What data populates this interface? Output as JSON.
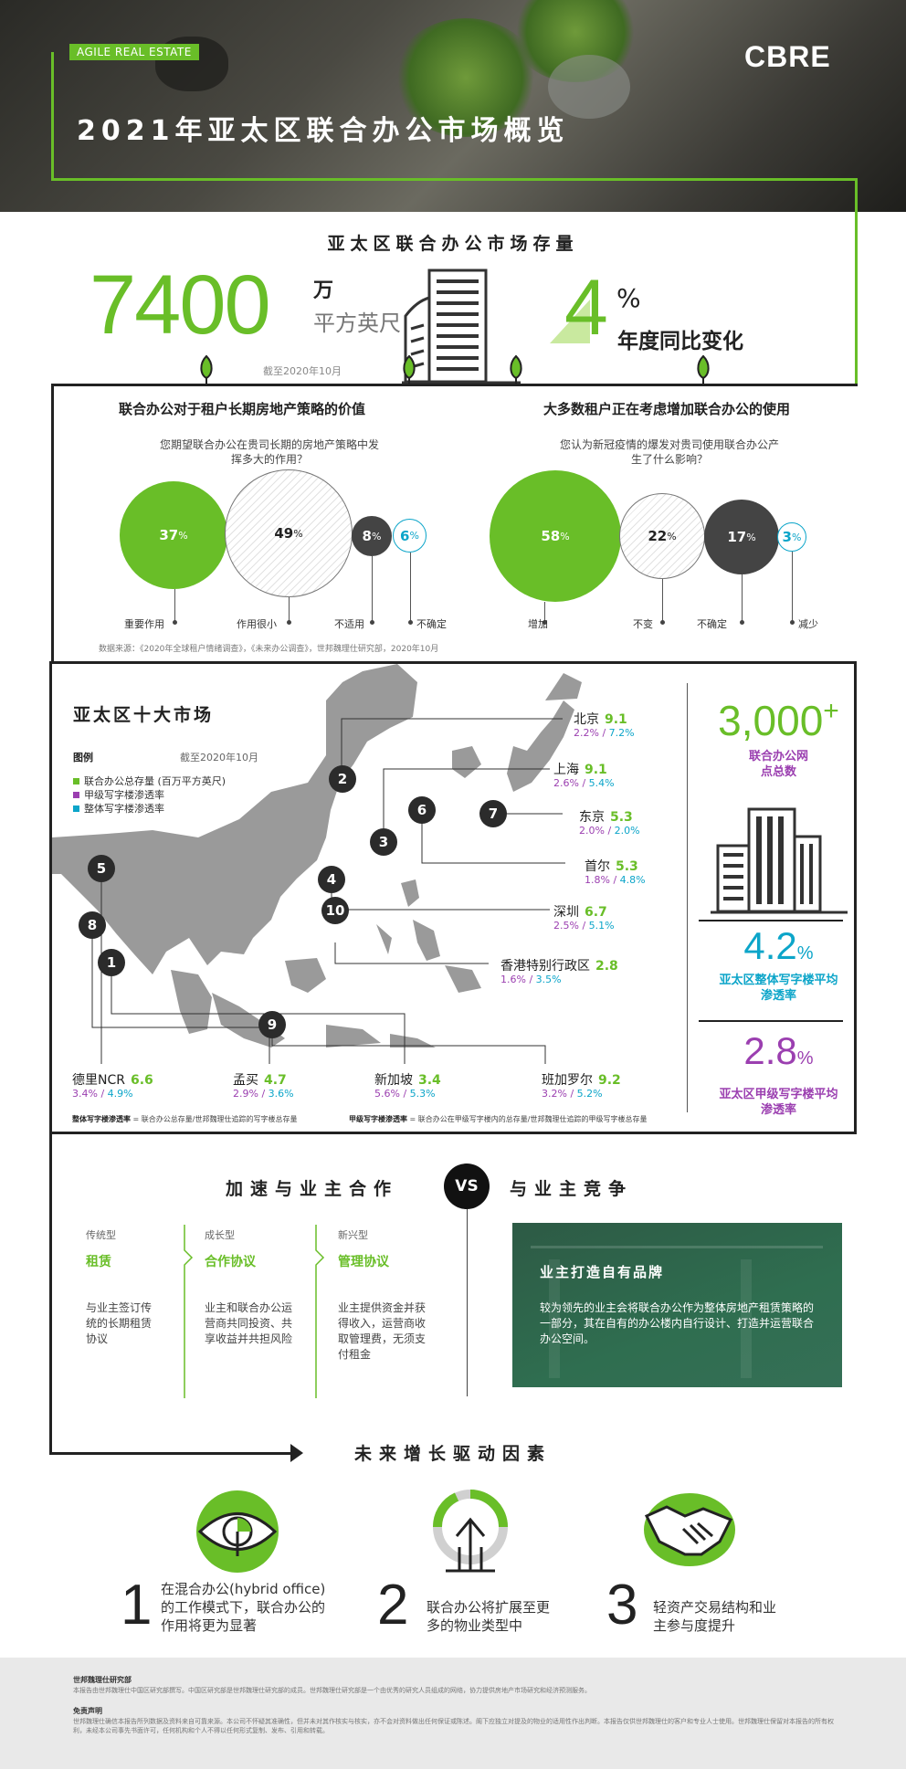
{
  "header": {
    "tag": "AGILE REAL ESTATE",
    "brand": "CBRE",
    "title": "2021年亚太区联合办公市场概览"
  },
  "stock": {
    "heading": "亚太区联合办公市场存量",
    "value": "7400",
    "unit_top": "万",
    "unit_bottom": "平方英尺",
    "as_of": "截至2020年10月",
    "change_value": "4",
    "change_unit": "%",
    "change_label": "年度同比变化"
  },
  "survey": {
    "left": {
      "title": "联合办公对于租户长期房地产策略的价值",
      "question": "您期望联合办公在贵司长期的房地产策略中发挥多大的作用？",
      "bubbles": [
        {
          "value": "37",
          "label": "重要作用"
        },
        {
          "value": "49",
          "label": "作用很小"
        },
        {
          "value": "8",
          "label": "不适用"
        },
        {
          "value": "6",
          "label": "不确定"
        }
      ]
    },
    "right": {
      "title": "大多数租户正在考虑增加联合办公的使用",
      "question": "您认为新冠疫情的爆发对贵司使用联合办公产生了什么影响？",
      "bubbles": [
        {
          "value": "58",
          "label": "增加"
        },
        {
          "value": "22",
          "label": "不变"
        },
        {
          "value": "17",
          "label": "不确定"
        },
        {
          "value": "3",
          "label": "减少"
        }
      ]
    },
    "pct_sign": "%",
    "source": "数据来源：《2020年全球租户情绪调查》，《未来办公调查》，世邦魏理仕研究部，2020年10月"
  },
  "markets": {
    "heading": "亚太区十大市场",
    "legend_title": "图例",
    "legend_asof": "截至2020年10月",
    "legend": [
      {
        "label": "联合办公总存量 (百万平方英尺)",
        "color": "#69be28"
      },
      {
        "label": "甲级写字楼渗透率",
        "color": "#9b3fb0"
      },
      {
        "label": "整体写字楼渗透率",
        "color": "#0ca5c9"
      }
    ],
    "cities": [
      {
        "num": "2",
        "name": "北京",
        "stock": "9.1",
        "grade_a": "2.2%",
        "overall": "7.2%"
      },
      {
        "num": "3",
        "name": "上海",
        "stock": "9.1",
        "grade_a": "2.6%",
        "overall": "5.4%"
      },
      {
        "num": "7",
        "name": "东京",
        "stock": "5.3",
        "grade_a": "2.0%",
        "overall": "2.0%"
      },
      {
        "num": "6",
        "name": "首尔",
        "stock": "5.3",
        "grade_a": "1.8%",
        "overall": "4.8%"
      },
      {
        "num": "4",
        "name": "深圳",
        "stock": "6.7",
        "grade_a": "2.5%",
        "overall": "5.1%"
      },
      {
        "num": "10",
        "name": "香港特别行政区",
        "stock": "2.8",
        "grade_a": "1.6%",
        "overall": "3.5%"
      },
      {
        "num": "5",
        "name": "德里NCR",
        "stock": "6.6",
        "grade_a": "3.4%",
        "overall": "4.9%"
      },
      {
        "num": "8",
        "name": "孟买",
        "stock": "4.7",
        "grade_a": "2.9%",
        "overall": "3.6%"
      },
      {
        "num": "9",
        "name": "新加坡",
        "stock": "3.4",
        "grade_a": "5.6%",
        "overall": "5.3%"
      },
      {
        "num": "1",
        "name": "班加罗尔",
        "stock": "9.2",
        "grade_a": "3.2%",
        "overall": "5.2%"
      }
    ],
    "sep": " / ",
    "note_left_key": "整体写字楼渗透率",
    "note_left": " = 联合办公总存量/世邦魏理仕追踪的写字楼总存量",
    "note_right_key": "甲级写字楼渗透率",
    "note_right": " = 联合办公在甲级写字楼内的总存量/世邦魏理仕追踪的甲级写字楼总存量",
    "side": {
      "count": "3,000",
      "count_plus": "+",
      "count_label": "联合办公网点总数",
      "overall_value": "4.2",
      "overall_unit": "%",
      "overall_label": "亚太区整体写字楼平均渗透率",
      "grade_a_value": "2.8",
      "grade_a_unit": "%",
      "grade_a_label": "亚太区甲级写字楼平均渗透率"
    }
  },
  "versus": {
    "left_heading": "加速与业主合作",
    "vs": "VS",
    "right_heading": "与业主竞争",
    "columns": [
      {
        "type": "传统型",
        "name": "租赁",
        "desc": "与业主签订传统的长期租赁协议"
      },
      {
        "type": "成长型",
        "name": "合作协议",
        "desc": "业主和联合办公运营商共同投资、共享收益并共担风险"
      },
      {
        "type": "新兴型",
        "name": "管理协议",
        "desc": "业主提供资金并获得收入，运营商收取管理费，无须支付租金"
      }
    ],
    "card_title": "业主打造自有品牌",
    "card_desc": "较为领先的业主会将联合办公作为整体房地产租赁策略的一部分，其在自有的办公楼内自行设计、打造并运营联合办公空间。"
  },
  "drivers": {
    "heading": "未来增长驱动因素",
    "items": [
      {
        "num": "1",
        "text": "在混合办公(hybrid office) 的工作模式下，联合办公的作用将更为显著"
      },
      {
        "num": "2",
        "text": "联合办公将扩展至更多的物业类型中"
      },
      {
        "num": "3",
        "text": "轻资产交易结构和业主参与度提升"
      }
    ]
  },
  "footer": {
    "research_title": "世邦魏理仕研究部",
    "research_text": "本报告由世邦魏理仕中国区研究部撰写。中国区研究部是世邦魏理仕研究部的成员。世邦魏理仕研究部是一个由优秀的研究人员组成的网络，协力提供房地产市场研究和经济预测服务。",
    "disclaimer_title": "免责声明",
    "disclaimer_text": "世邦魏理仕确信本报告所列数据及资料来自可靠来源。本公司不怀疑其准确性，但并未对其作核实与核实，亦不会对资料做出任何保证或陈述。阁下应独立对提及的物业的适用性作出判断。本报告仅供世邦魏理仕的客户和专业人士使用。世邦魏理仕保留对本报告的所有权利，未经本公司事先书面许可，任何机构和个人不得以任何形式复制、发布、引用和转载。"
  },
  "colors": {
    "green": "#69be28",
    "purple": "#9b3fb0",
    "cyan": "#0ca5c9",
    "dark": "#222222"
  }
}
